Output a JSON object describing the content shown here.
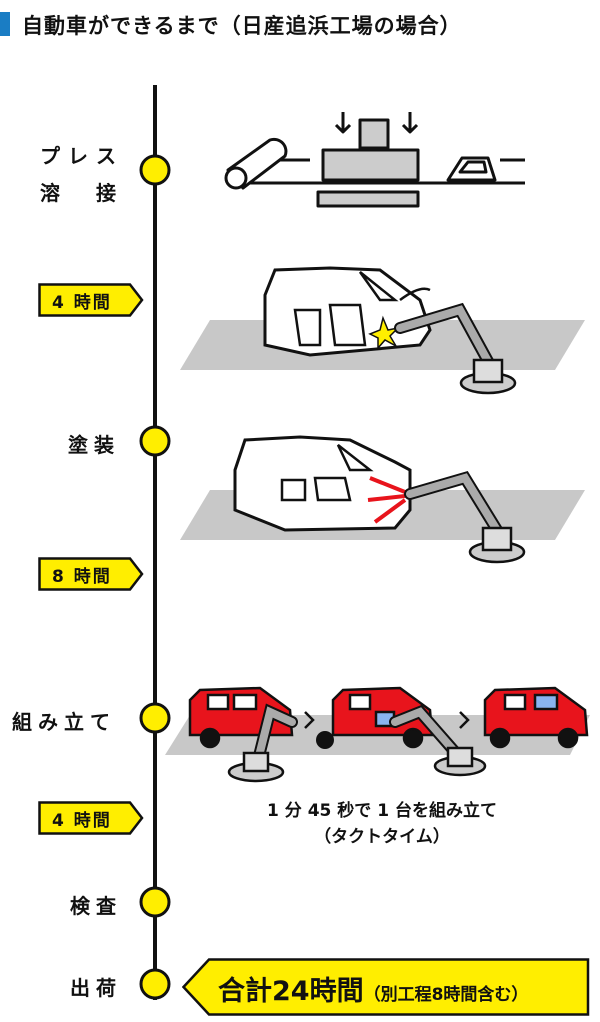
{
  "title": "自動車ができるまで（日産追浜工場の場合）",
  "steps": [
    {
      "line1": "プレス",
      "line2": "溶　接"
    },
    {
      "label": "塗装"
    },
    {
      "label": "組み立て"
    },
    {
      "label": "検査"
    },
    {
      "label": "出荷"
    }
  ],
  "durations": [
    "4 時間",
    "8 時間",
    "4 時間"
  ],
  "takt_note": {
    "line1": "1 分 45 秒で 1 台を組み立て",
    "line2": "（タクトタイム）"
  },
  "total": {
    "main": "合計24時間",
    "sub": "（別工程8時間含む）"
  },
  "colors": {
    "accent": "#1a7dc4",
    "yellow": "#ffee00",
    "car_red": "#e8141c",
    "floor": "#c8c8c8"
  }
}
